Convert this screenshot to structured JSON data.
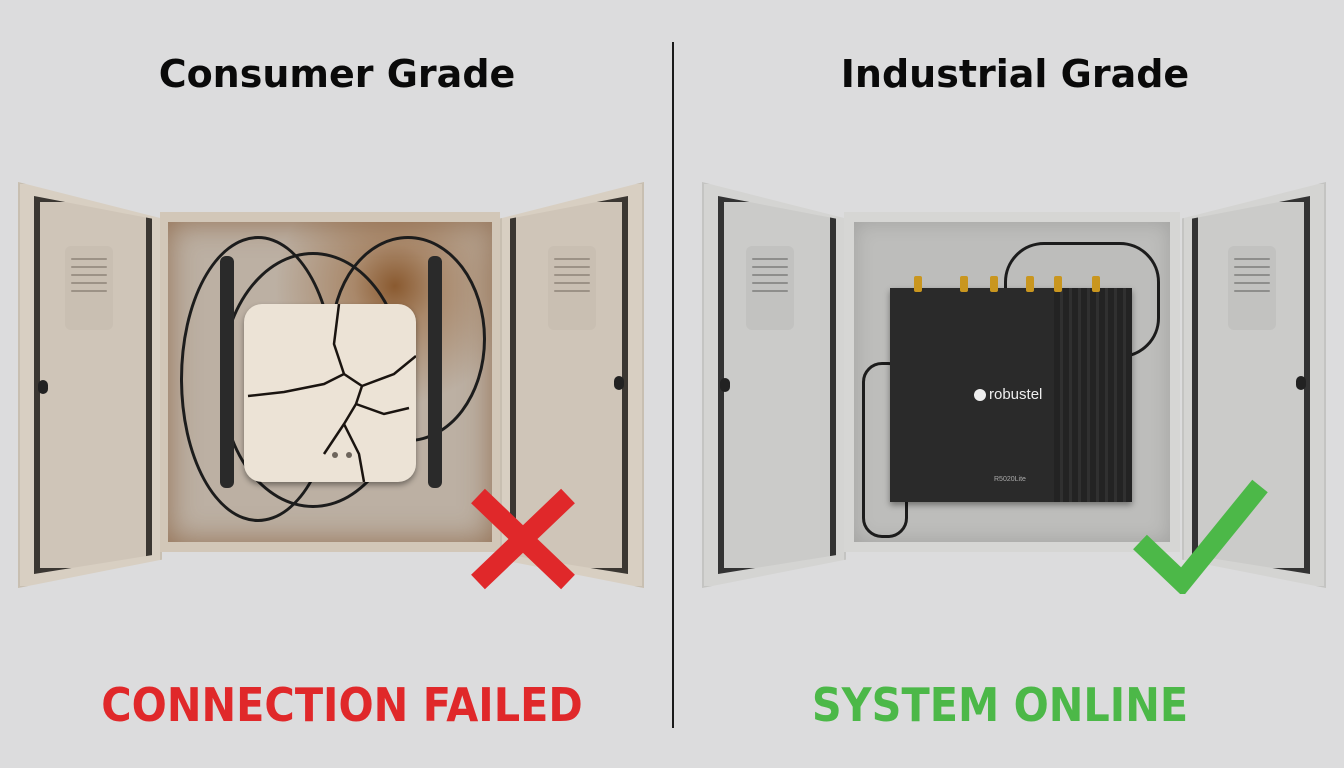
{
  "left": {
    "title": "Consumer Grade",
    "status": "CONNECTION FAILED",
    "status_color": "#e0282a",
    "mark_icon": "red-x-icon",
    "device": "cracked-router"
  },
  "right": {
    "title": "Industrial Grade",
    "status": "SYSTEM ONLINE",
    "status_color": "#4cb848",
    "mark_icon": "green-check-icon",
    "device": {
      "brand": "robustel",
      "model": "R5020Lite"
    }
  }
}
